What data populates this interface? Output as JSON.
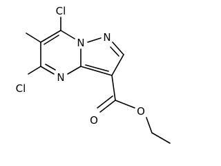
{
  "molecule": {
    "atoms": {
      "cl_top": "Cl",
      "cl_left": "Cl",
      "n_bridge": "N",
      "n_pyrazole": "N",
      "n_ring": "N",
      "o_carbonyl": "O",
      "o_ester": "O"
    },
    "colors": {
      "bond": "#000000",
      "label": "#000000",
      "background": "#ffffff"
    }
  }
}
